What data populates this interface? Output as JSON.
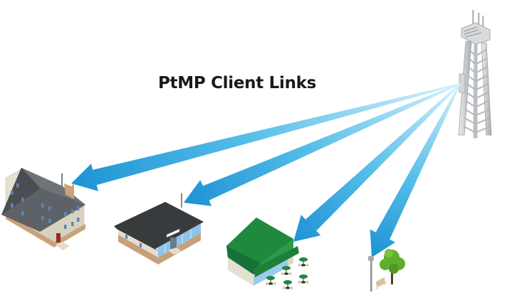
{
  "title": "PtMP Client Links",
  "diagram": {
    "type": "point-to-multipoint wireless network illustration",
    "access_point": {
      "label": "tower",
      "description": "Lattice cell/radio tower with antennas"
    },
    "clients": [
      {
        "id": "house",
        "description": "Two-story residential house with rooftop antenna"
      },
      {
        "id": "office",
        "description": "Single-story commercial/office building with rooftop antenna"
      },
      {
        "id": "cafe",
        "description": "Cafe with green roof, awning and outdoor tables"
      },
      {
        "id": "park",
        "description": "Street lamp with client radio, tree and bench"
      }
    ],
    "links": [
      {
        "from": "tower",
        "to": "house"
      },
      {
        "from": "tower",
        "to": "office"
      },
      {
        "from": "tower",
        "to": "cafe"
      },
      {
        "from": "tower",
        "to": "park"
      }
    ]
  },
  "colors": {
    "arrow_start": "#cdeefb",
    "arrow_end": "#1f95d6",
    "house_wall": "#d9d4c4",
    "house_roof": "#5f6468",
    "office_roof": "#3a3d40",
    "cafe_roof": "#1e8a3d",
    "tree": "#5fae2c",
    "tower": "#c9cbce"
  }
}
